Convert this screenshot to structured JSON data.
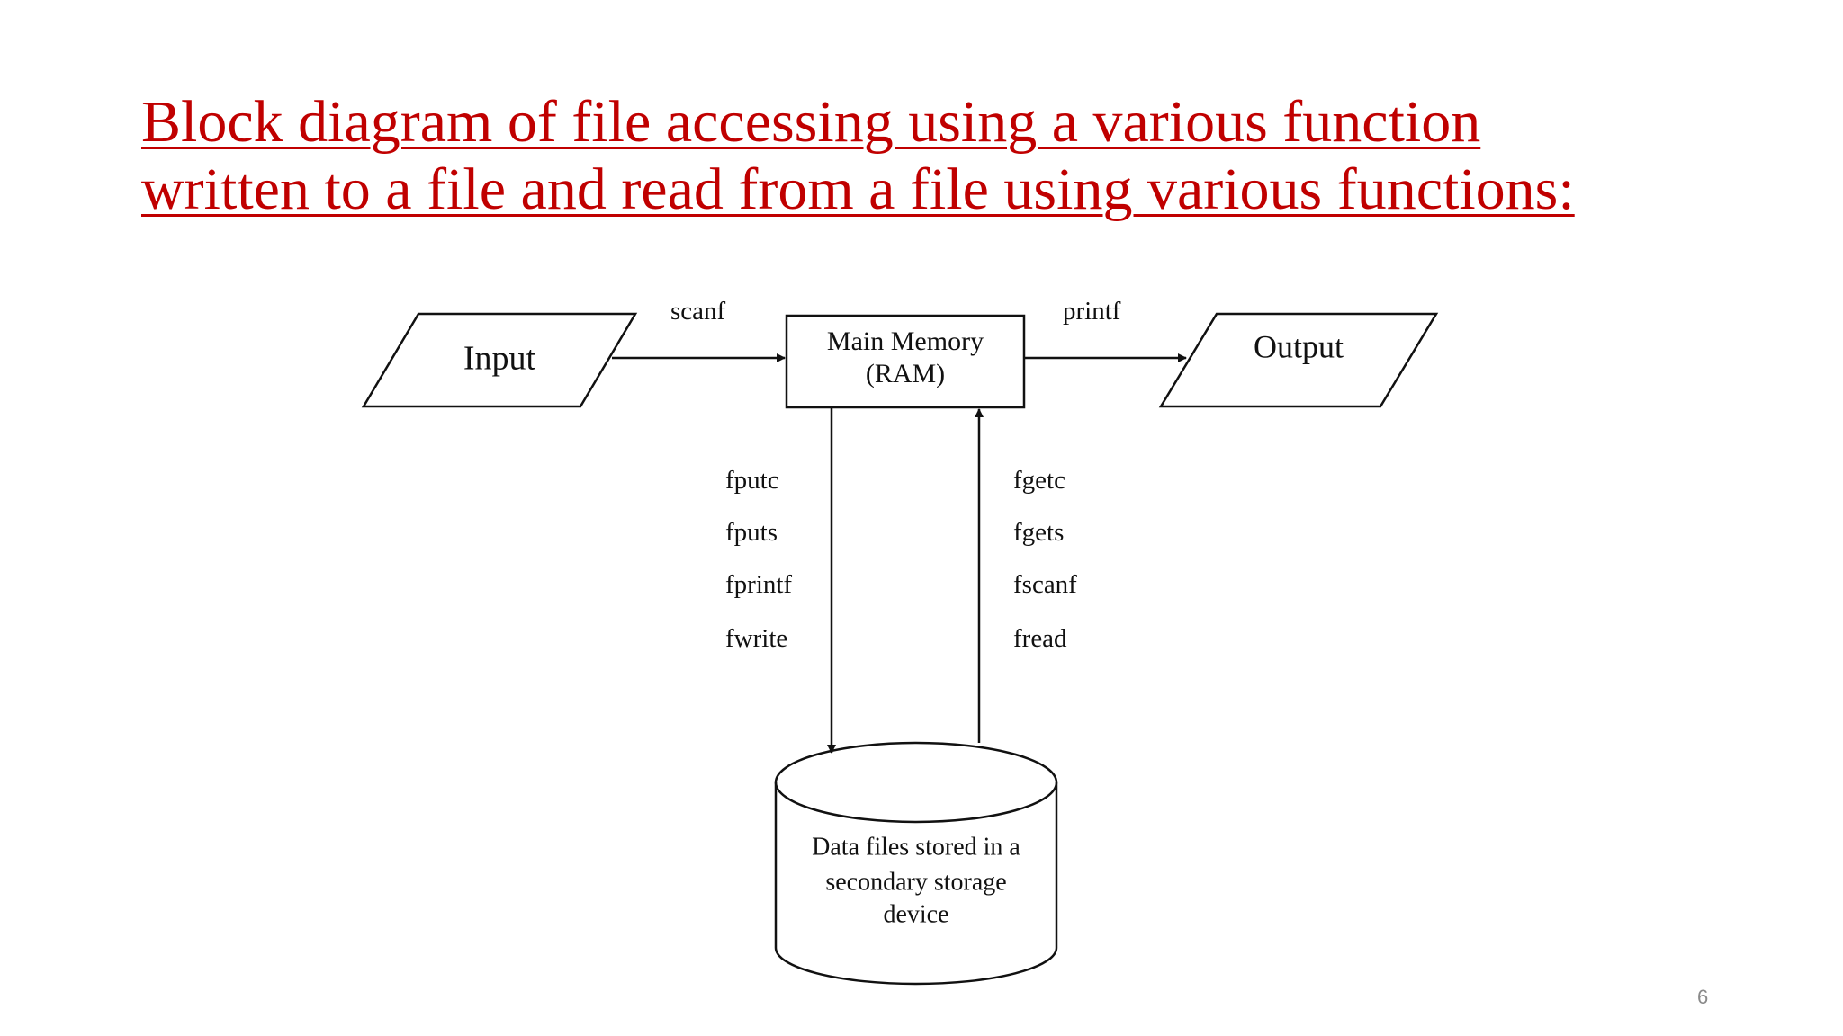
{
  "title": {
    "line1": "Block diagram of file accessing using a various function",
    "line2": "written to a file and read from a file using various functions:"
  },
  "diagram": {
    "input": "Input",
    "output": "Output",
    "memory": {
      "line1": "Main Memory",
      "line2": "(RAM)"
    },
    "storage": {
      "line1": "Data files stored in a",
      "line2": "secondary storage",
      "line3": "device"
    },
    "input_arrow_label": "scanf",
    "output_arrow_label": "printf",
    "write_functions": [
      "fputc",
      "fputs",
      "fprintf",
      "fwrite"
    ],
    "read_functions": [
      "fgetc",
      "fgets",
      "fscanf",
      "fread"
    ]
  },
  "page_number": "6",
  "colors": {
    "title": "#c00000",
    "stroke": "#111111",
    "page_number": "#8a8a8a"
  }
}
